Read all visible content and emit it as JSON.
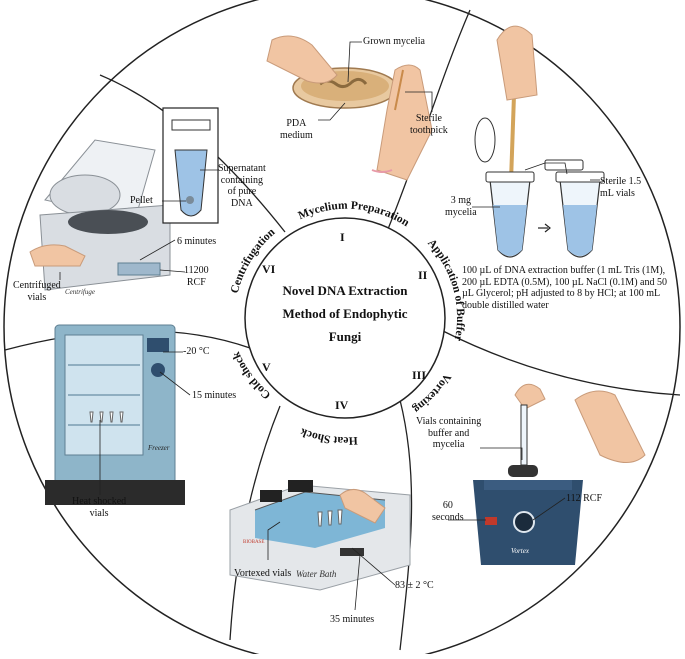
{
  "center": {
    "line1": "Novel DNA Extraction",
    "line2": "Method of Endophytic",
    "line3": "Fungi"
  },
  "steps": [
    {
      "numeral": "I",
      "title": "Mycelium Preparation"
    },
    {
      "numeral": "II",
      "title": "Application of Buffer"
    },
    {
      "numeral": "III",
      "title": "Vortexing"
    },
    {
      "numeral": "IV",
      "title": "Heat Shock"
    },
    {
      "numeral": "V",
      "title": "Cold shock"
    },
    {
      "numeral": "VI",
      "title": "Centrifugation"
    }
  ],
  "labels": {
    "grown_mycelia": "Grown mycelia",
    "pda_medium": "PDA\nmedium",
    "sterile_toothpick": "Sterile\ntoothpick",
    "mycelia_3mg": "3 mg\nmycelia",
    "sterile_vials": "Sterile 1.5\nmL vials",
    "buffer_recipe": "100 µL of DNA extraction buffer (1 mL Tris (1M), 200 µL EDTA (0.5M), 100 µL NaCl (0.1M) and 50 µL Glycerol; pH adjusted to 8 by HCl; at 100 mL double distilled water",
    "vials_buffer": "Vials containing\nbuffer and\nmycelia",
    "vortex_time": "60\nseconds",
    "vortex_speed": "112 RCF",
    "vortexed_vials": "Vortexed vials",
    "bath_temp": "83 ± 2 °C",
    "bath_time": "35 minutes",
    "freezer_temp": "-20 °C",
    "freezer_time": "15 minutes",
    "heat_shocked": "Heat shocked\nvials",
    "pellet": "Pellet",
    "supernatant": "Supernatant\ncontaining\nof pure\nDNA",
    "centrifuge_time": "6 minutes",
    "centrifuge_speed": "11200\nRCF",
    "centrifuged_vials": "Centrifuged\nvials"
  },
  "device_labels": {
    "centrifuge": "Centrifuge",
    "freezer": "Freezer",
    "vortex": "Vortex",
    "water_bath": "Water Bath",
    "brand": "BIOBASE"
  },
  "colors": {
    "outline": "#222222",
    "skin": "#f1c5a3",
    "liquid": "#9ec3e6",
    "device_grey": "#d9dde2",
    "freezer_blue": "#8eb5c9",
    "vortex_navy": "#2f4e6e",
    "petri": "#e8c9a0"
  }
}
